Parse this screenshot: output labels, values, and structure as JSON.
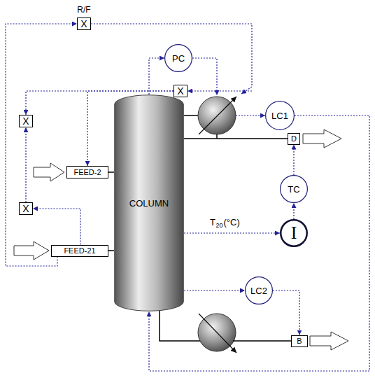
{
  "diagram": {
    "nodes": [
      {
        "text": [
          "X"
        ]
      },
      {
        "text": [
          "PC"
        ]
      },
      {
        "text": [
          "X"
        ]
      },
      {
        "text": [
          "LC1"
        ]
      },
      {
        "text": [
          "X"
        ]
      },
      {
        "text": [
          "FEED-2"
        ]
      },
      {
        "text": [
          "COLUMN"
        ]
      },
      {
        "text": [
          "D"
        ]
      },
      {
        "text": [
          "TC"
        ]
      },
      {
        "text": [
          "X"
        ]
      },
      {
        "text": [
          "I"
        ]
      },
      {
        "text": [
          "FEED-21"
        ]
      },
      {
        "text": [
          "LC2"
        ]
      },
      {
        "text": [
          "B"
        ]
      }
    ],
    "edges": [
      {
        "from": 11,
        "to": 0,
        "arrow": "to"
      },
      {
        "from": 6,
        "to": 1,
        "arrow": "to"
      },
      {
        "from": 2,
        "to": 4,
        "arrow": "to"
      },
      {
        "from": 2,
        "to": 5,
        "arrow": "to"
      },
      {
        "from": 3,
        "to": 6,
        "arrow": "to"
      },
      {
        "from": 5,
        "to": 6,
        "arrow": "none"
      },
      {
        "from": 6,
        "to": 7,
        "arrow": "none"
      },
      {
        "from": 10,
        "to": 8,
        "arrow": "to"
      },
      {
        "from": 8,
        "to": 7,
        "arrow": "to"
      },
      {
        "from": 6,
        "to": 10,
        "arrow": "to"
      },
      {
        "from": 11,
        "to": 9,
        "arrow": "to"
      },
      {
        "from": 9,
        "to": 4,
        "arrow": "to"
      },
      {
        "from": 11,
        "to": 6,
        "arrow": "none"
      },
      {
        "from": 6,
        "to": 12,
        "arrow": "to"
      },
      {
        "from": 12,
        "to": 13,
        "arrow": "to"
      }
    ],
    "labels": [
      "R/F",
      "T",
      "20",
      "(°C)"
    ]
  }
}
